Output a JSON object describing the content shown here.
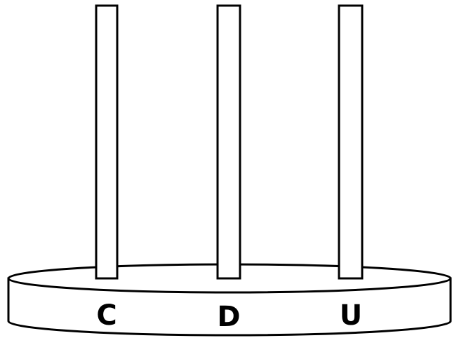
{
  "diagram": {
    "rods": [
      {
        "label": "C"
      },
      {
        "label": "D"
      },
      {
        "label": "U"
      }
    ],
    "colors": {
      "stroke": "#000000",
      "fill": "#ffffff"
    }
  }
}
